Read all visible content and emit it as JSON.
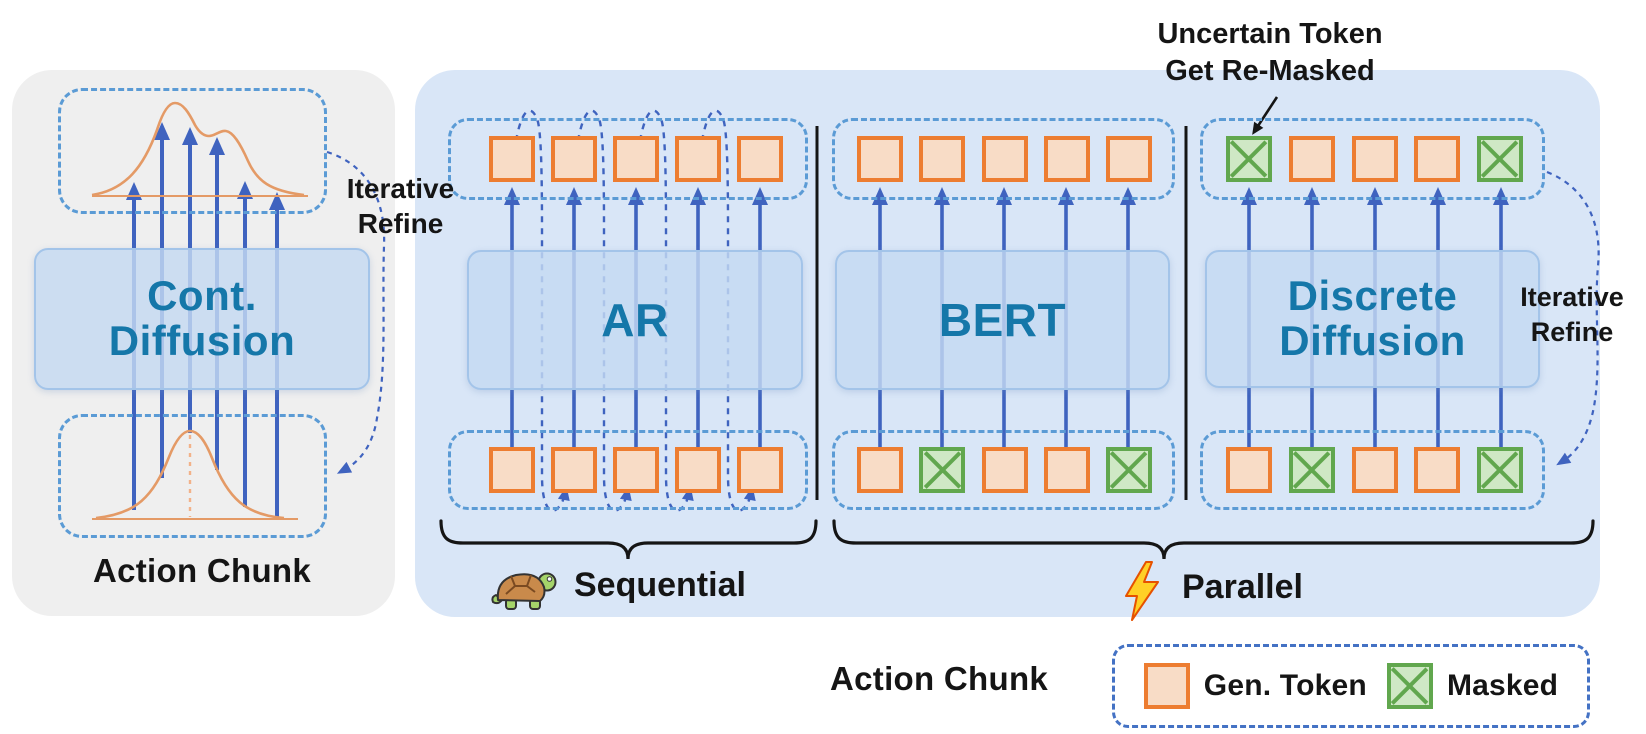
{
  "figure": {
    "left_panel": {
      "model": {
        "line1": "Cont.",
        "line2": "Diffusion"
      },
      "caption": "Action Chunk",
      "refine": {
        "line1": "Iterative",
        "line2": "Refine"
      },
      "icons": {
        "top": "bimodal-distribution",
        "bottom": "gaussian-distribution"
      }
    },
    "right_panel": {
      "sections": [
        {
          "id": "ar",
          "label": "AR",
          "top_tokens": [
            "gen",
            "gen",
            "gen",
            "gen",
            "gen"
          ],
          "bottom_tokens": [
            "gen",
            "gen",
            "gen",
            "gen",
            "gen"
          ]
        },
        {
          "id": "bert",
          "label": "BERT",
          "top_tokens": [
            "gen",
            "gen",
            "gen",
            "gen",
            "gen"
          ],
          "bottom_tokens": [
            "gen",
            "masked",
            "gen",
            "gen",
            "masked"
          ]
        },
        {
          "id": "discrete-diffusion",
          "label_line1": "Discrete",
          "label_line2": "Diffusion",
          "top_tokens": [
            "masked",
            "gen",
            "gen",
            "gen",
            "masked"
          ],
          "bottom_tokens": [
            "gen",
            "masked",
            "gen",
            "gen",
            "masked"
          ]
        }
      ],
      "uncertain_note": {
        "line1": "Uncertain Token",
        "line2": "Get Re-Masked"
      },
      "refine": {
        "line1": "Iterative",
        "line2": "Refine"
      },
      "sequential": {
        "icon": "turtle",
        "label": "Sequential"
      },
      "parallel": {
        "icon": "lightning",
        "label": "Parallel"
      }
    },
    "legend": {
      "caption": "Action Chunk",
      "items": [
        {
          "type": "gen",
          "label": "Gen. Token"
        },
        {
          "type": "masked",
          "label": "Masked"
        }
      ]
    },
    "colors": {
      "panel_blue": "#d9e6f7",
      "panel_gray": "#efefef",
      "model_box_fill": "#c4d9f1",
      "model_box_border": "#a3c4e9",
      "model_text": "#1577a9",
      "arrow_blue": "#3f63bf",
      "dashed_chunk_blue": "#5b9bd5",
      "legend_dash_blue": "#4472c4",
      "gen_token_border": "#ed7d31",
      "gen_token_fill": "#f8dcc6",
      "masked_token_border": "#61a74e",
      "masked_token_fill": "#cfe8c5",
      "distribution_curve": "#e49a66",
      "annotation_ink": "#151515"
    }
  }
}
